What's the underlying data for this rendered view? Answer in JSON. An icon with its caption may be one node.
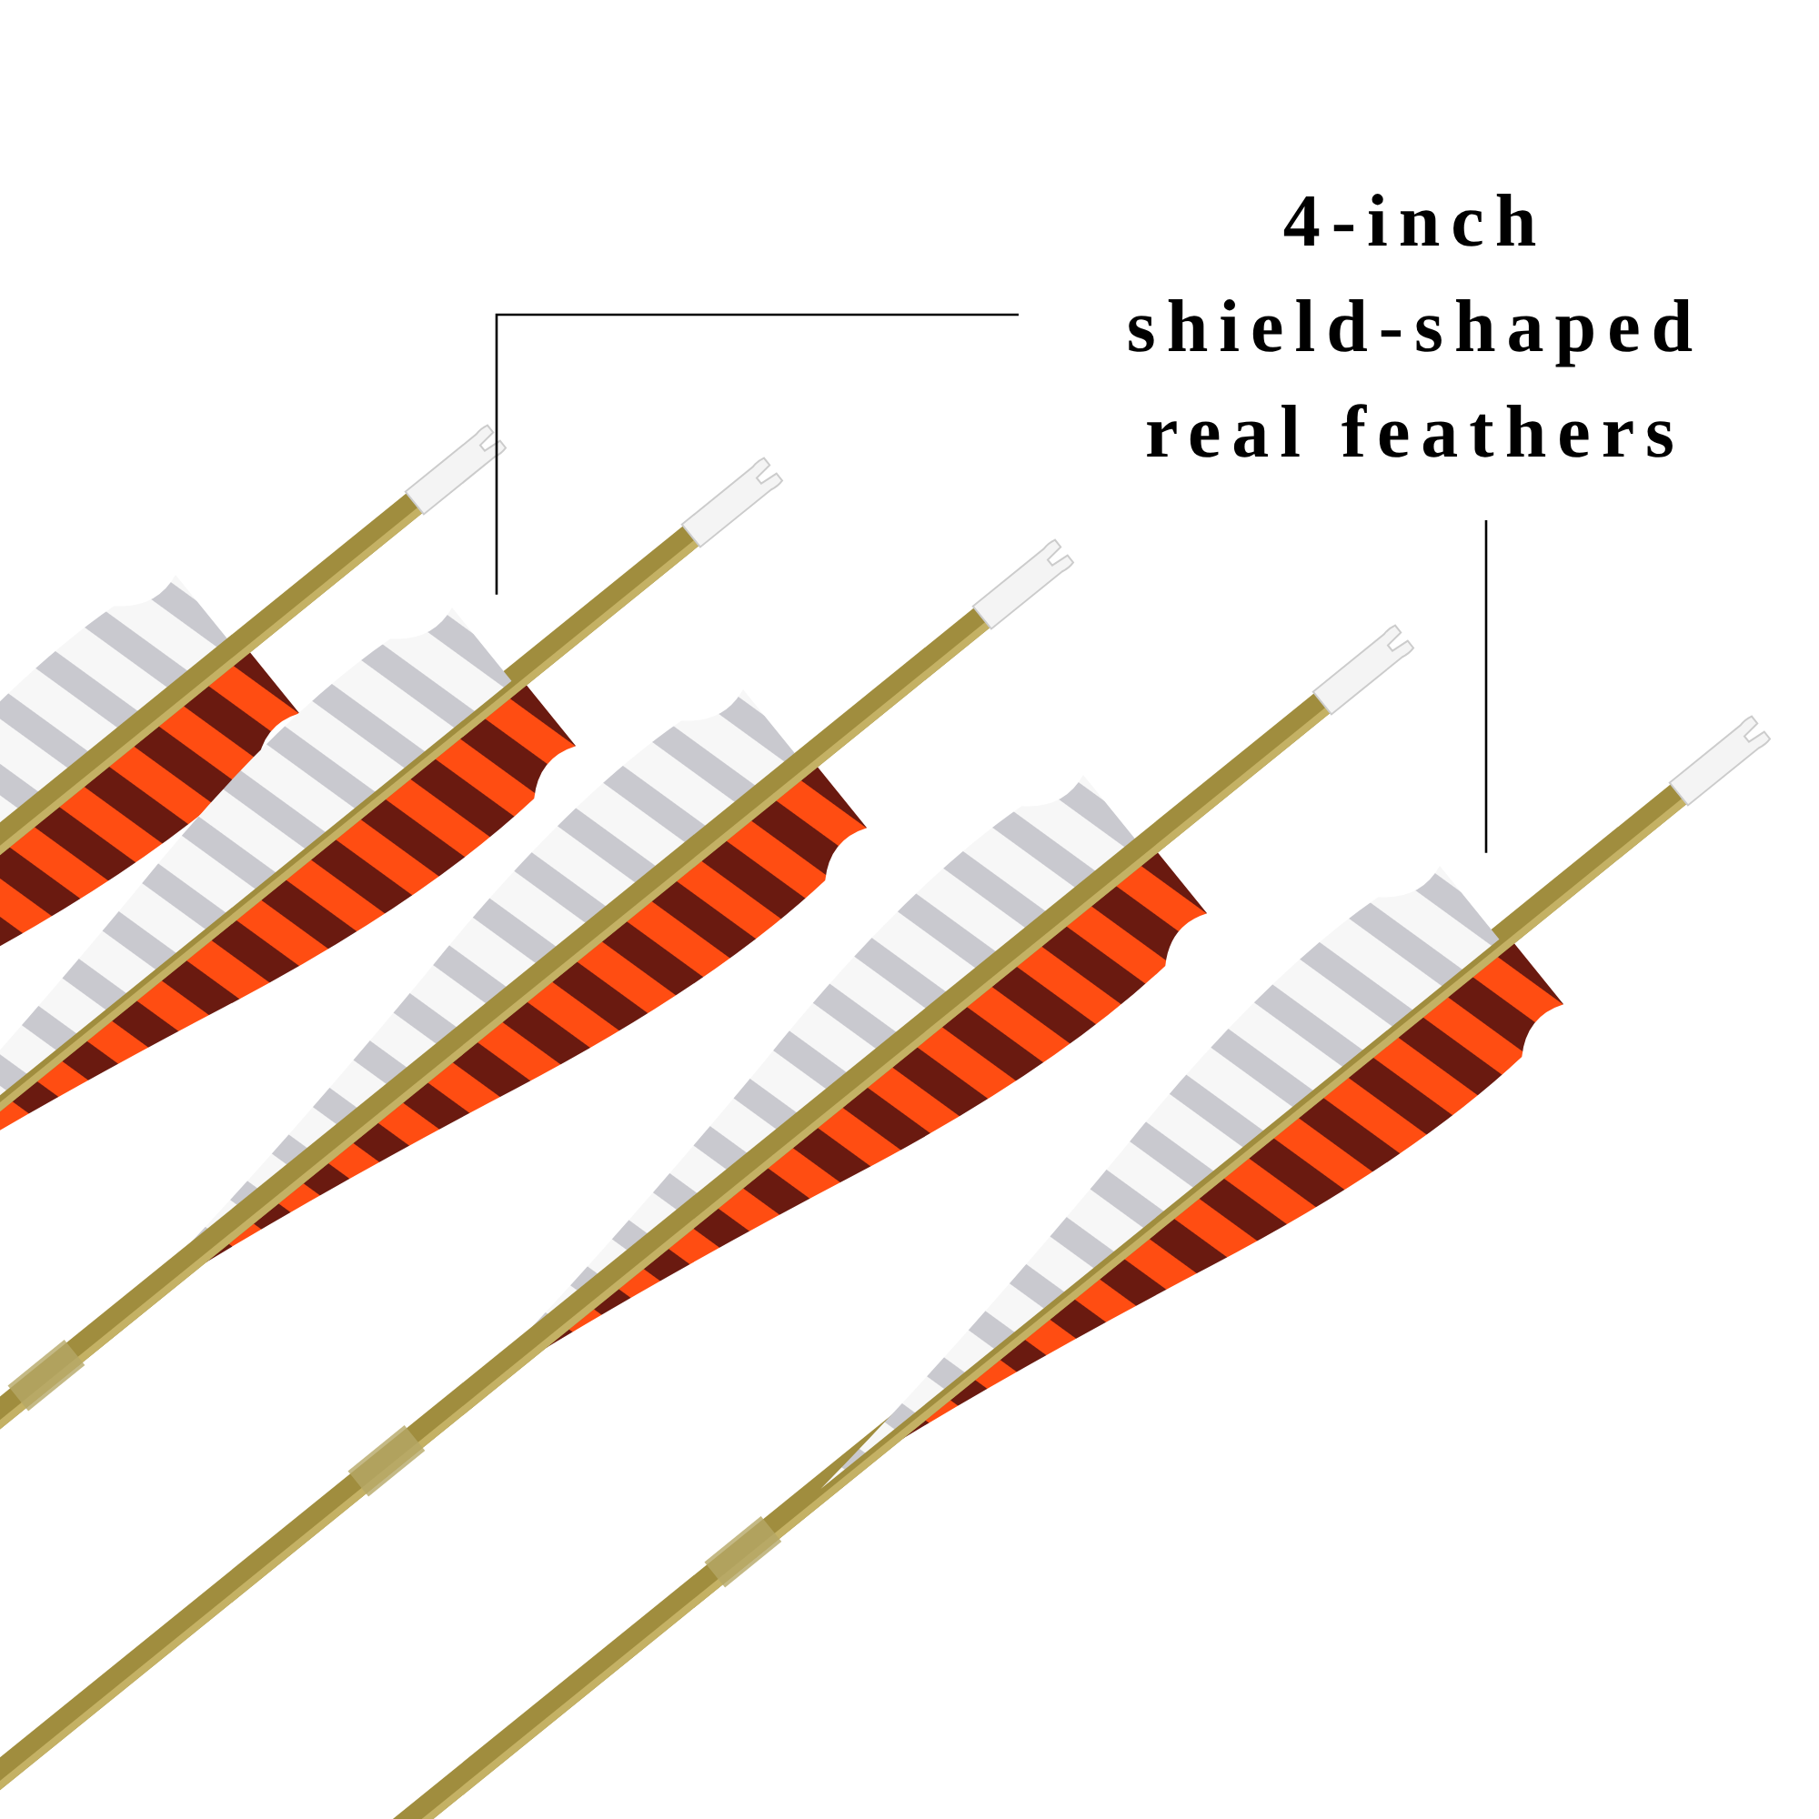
{
  "diagram": {
    "nodes": [
      {
        "text": [
          "4-inch shield-shaped real feathers"
        ]
      },
      {
        "text": [],
        "shape": "picture"
      },
      {
        "text": [],
        "shape": "picture"
      }
    ],
    "edges": [
      {
        "from": 0,
        "to": 1,
        "arrow": "none"
      },
      {
        "from": 0,
        "to": 2,
        "arrow": "none"
      }
    ]
  }
}
